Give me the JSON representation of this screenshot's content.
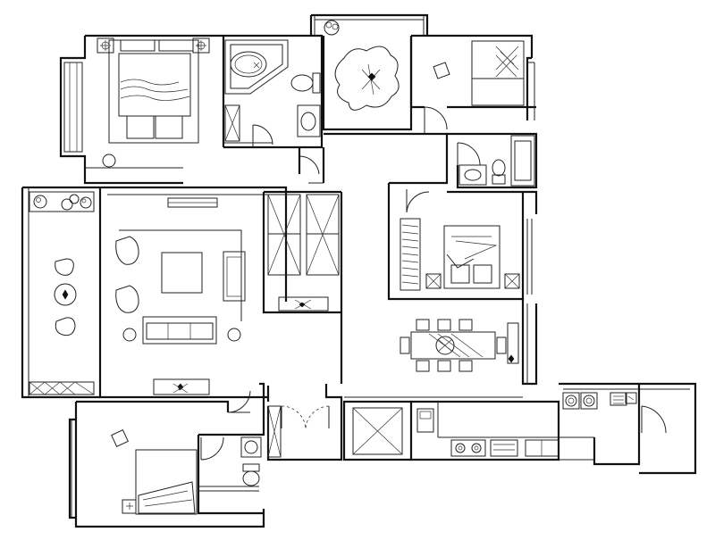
{
  "plan": {
    "rooms": [
      {
        "id": "master-bedroom",
        "kind": "bedroom"
      },
      {
        "id": "master-bath",
        "kind": "bathroom"
      },
      {
        "id": "north-terrace",
        "kind": "balcony"
      },
      {
        "id": "study-bedroom",
        "kind": "bedroom"
      },
      {
        "id": "east-bath",
        "kind": "bathroom"
      },
      {
        "id": "west-balcony",
        "kind": "balcony"
      },
      {
        "id": "living-room",
        "kind": "living"
      },
      {
        "id": "wardrobe-corridor",
        "kind": "storage"
      },
      {
        "id": "second-bedroom",
        "kind": "bedroom"
      },
      {
        "id": "dining-area",
        "kind": "dining"
      },
      {
        "id": "south-bedroom",
        "kind": "bedroom"
      },
      {
        "id": "south-bath",
        "kind": "bathroom"
      },
      {
        "id": "elevator",
        "kind": "lift"
      },
      {
        "id": "kitchen",
        "kind": "kitchen"
      },
      {
        "id": "laundry",
        "kind": "utility"
      }
    ],
    "icons": [
      "bed-icon",
      "sofa-icon",
      "armchair-icon",
      "plant-icon",
      "toilet-icon",
      "bathtub-icon",
      "sink-icon",
      "dining-table-icon",
      "stove-icon",
      "washing-machine-icon",
      "door-swing-icon"
    ]
  }
}
